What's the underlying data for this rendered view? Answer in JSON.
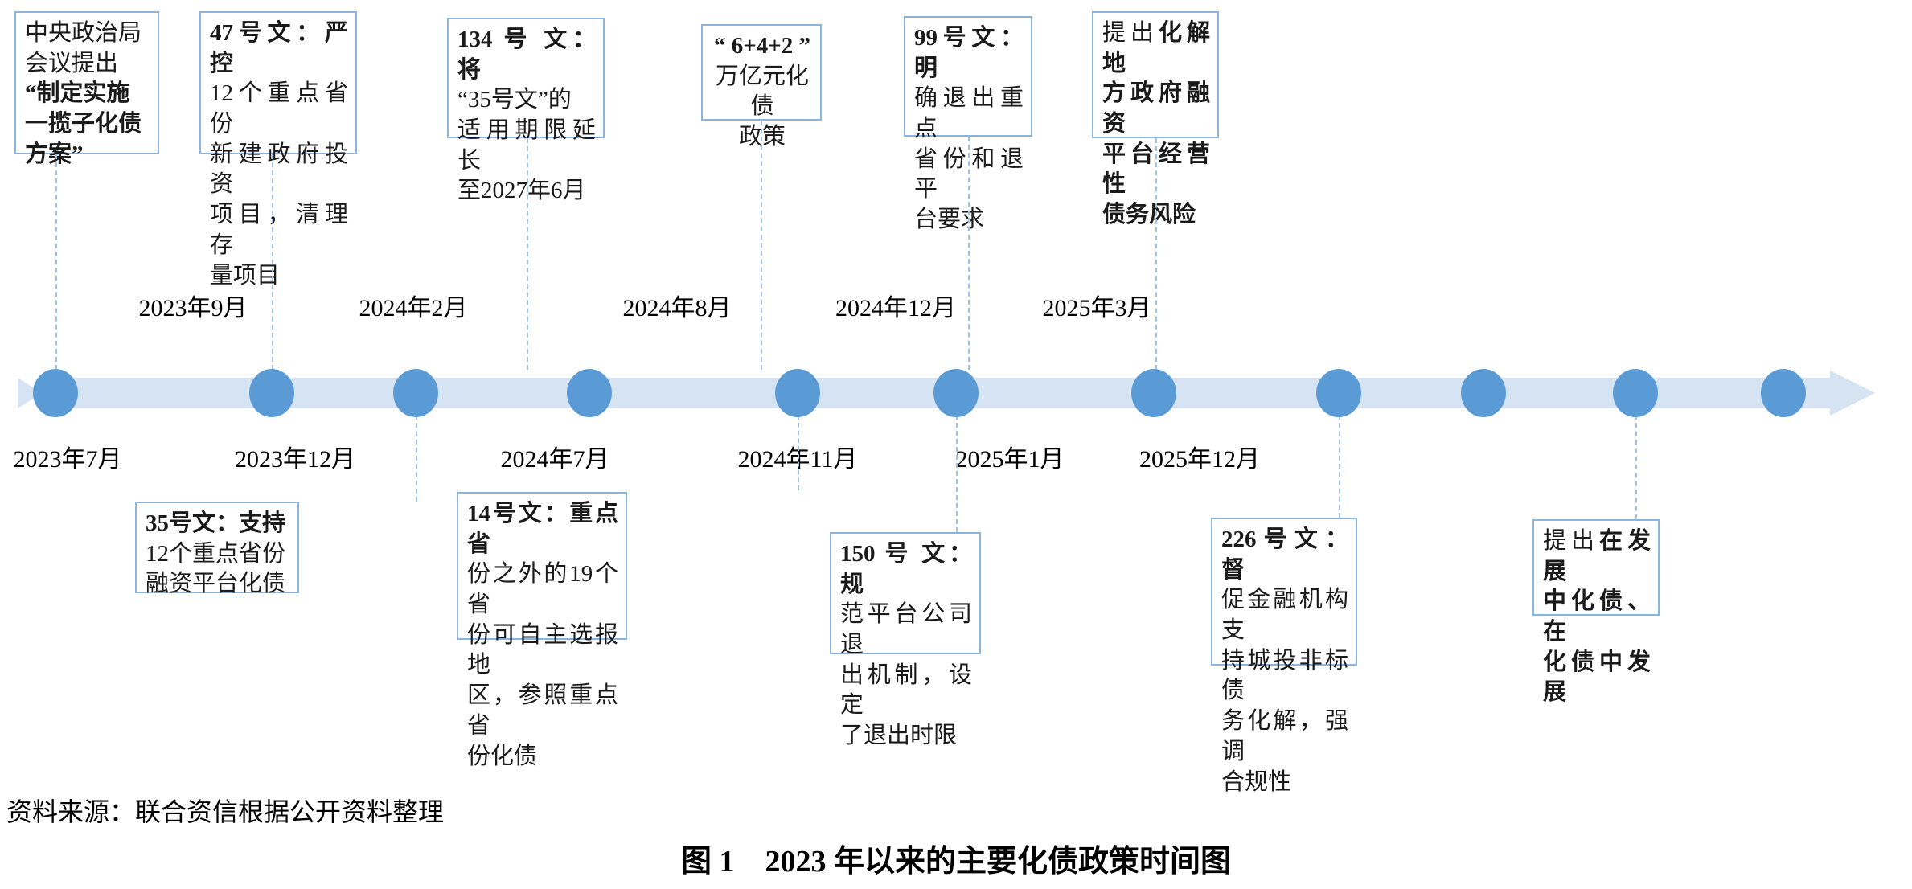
{
  "figure": {
    "source_note": "资料来源：联合资信根据公开资料整理",
    "title": "图 1　2023 年以来的主要化债政策时间图"
  },
  "colors": {
    "node": "#5b9bd5",
    "bar": "#d6e3f3",
    "box_border": "#8ab4dd",
    "leader": "#9dc3e6"
  },
  "timeline": {
    "nodes": [
      {
        "id": "n1",
        "date": "2023年7月",
        "side": "below"
      },
      {
        "id": "n2",
        "date": "2023年9月",
        "side": "above"
      },
      {
        "id": "n3",
        "date": "2023年12月",
        "side": "below"
      },
      {
        "id": "n4",
        "date": "2024年2月",
        "side": "above"
      },
      {
        "id": "n5",
        "date": "2024年7月",
        "side": "below"
      },
      {
        "id": "n6",
        "date": "2024年8月",
        "side": "above"
      },
      {
        "id": "n7",
        "date": "2024年11月",
        "side": "below"
      },
      {
        "id": "n8",
        "date": "2024年12月",
        "side": "above"
      },
      {
        "id": "n9",
        "date": "2025年1月",
        "side": "below"
      },
      {
        "id": "n10",
        "date": "2025年3月",
        "side": "above"
      },
      {
        "id": "n11",
        "date": "2025年12月",
        "side": "below"
      }
    ],
    "dates": {
      "d1": "2023年7月",
      "d2": "2023年9月",
      "d3": "2023年12月",
      "d4": "2024年2月",
      "d5": "2024年7月",
      "d6": "2024年8月",
      "d7": "2024年11月",
      "d8": "2024年12月",
      "d9": "2025年1月",
      "d10": "2025年3月",
      "d11": "2025年12月"
    }
  },
  "callouts": {
    "c1": {
      "date": "2023年7月",
      "position": "above",
      "text": "中央政治局会议提出“制定实施一揽子化债方案”",
      "lines": [
        "中央政治局",
        "会议提出",
        "“制定实施",
        "一揽子化债",
        "方案”"
      ]
    },
    "c2": {
      "date": "2023年9月",
      "position": "above",
      "text": "47号文：严控12个重点省份新建政府投资项目，清理存量项目",
      "lines": [
        "47号文：严控",
        "12个重点省份",
        "新建政府投资",
        "项目，清理存",
        "量项目"
      ]
    },
    "c3": {
      "date": "2023年12月",
      "position": "below",
      "text": "35号文：支持12个重点省份融资平台化债",
      "lines": [
        "35号文：支持",
        "12个重点省份",
        "融资平台化债"
      ]
    },
    "c4": {
      "date": "2024年2月",
      "position": "above",
      "text": "134号文：将“35号文”的适用期限延长至2027年6月",
      "lines": [
        "134 号 文： 将",
        "“35号文”的",
        "适用期限延长",
        "至2027年6月"
      ]
    },
    "c5": {
      "date": "2024年7月",
      "position": "below",
      "text": "14号文：重点省份之外的19个省份可自主选报地区，参照重点省份化债",
      "lines": [
        "14号文：重点省",
        "份之外的19个省",
        "份可自主选报地",
        "区，参照重点省",
        "份化债"
      ]
    },
    "c6": {
      "date": "2024年8月",
      "position": "below",
      "text": "150号文：规范平台公司退出机制，设定了退出时限",
      "lines": [
        "150 号 文： 规",
        "范平台公司退",
        "出机制，设定",
        "了退出时限"
      ]
    },
    "c7": {
      "date": "2024年11月",
      "position": "above",
      "text": "“6+4+2”万亿元化债政策",
      "lines": [
        "“ 6+4+2 ”",
        "万亿元化债",
        "政策"
      ]
    },
    "c8": {
      "date": "2024年12月",
      "position": "below",
      "text": "226号文：督促金融机构支持城投非标债务化解，强调合规性",
      "lines": [
        "226号文：督",
        "促金融机构支",
        "持城投非标债",
        "务化解，强调",
        "合规性"
      ]
    },
    "c9": {
      "date": "2025年1月",
      "position": "above",
      "text": "99号文：明确退出重点省份和退平台要求",
      "lines": [
        "99号文：明",
        "确退出重点",
        "省份和退平",
        "台要求"
      ]
    },
    "c10": {
      "date": "2025年3月",
      "position": "below",
      "text": "提出在发展中化债、在化债中发展",
      "lines": [
        "提出在发展",
        "中化债、在",
        "化债中发展"
      ]
    },
    "c11": {
      "date": "2025年12月",
      "position": "above",
      "text": "提出化解地方政府融资平台经营性债务风险",
      "lines": [
        "提出化解地",
        "方政府融资",
        "平台经营性",
        "债务风险"
      ]
    }
  }
}
